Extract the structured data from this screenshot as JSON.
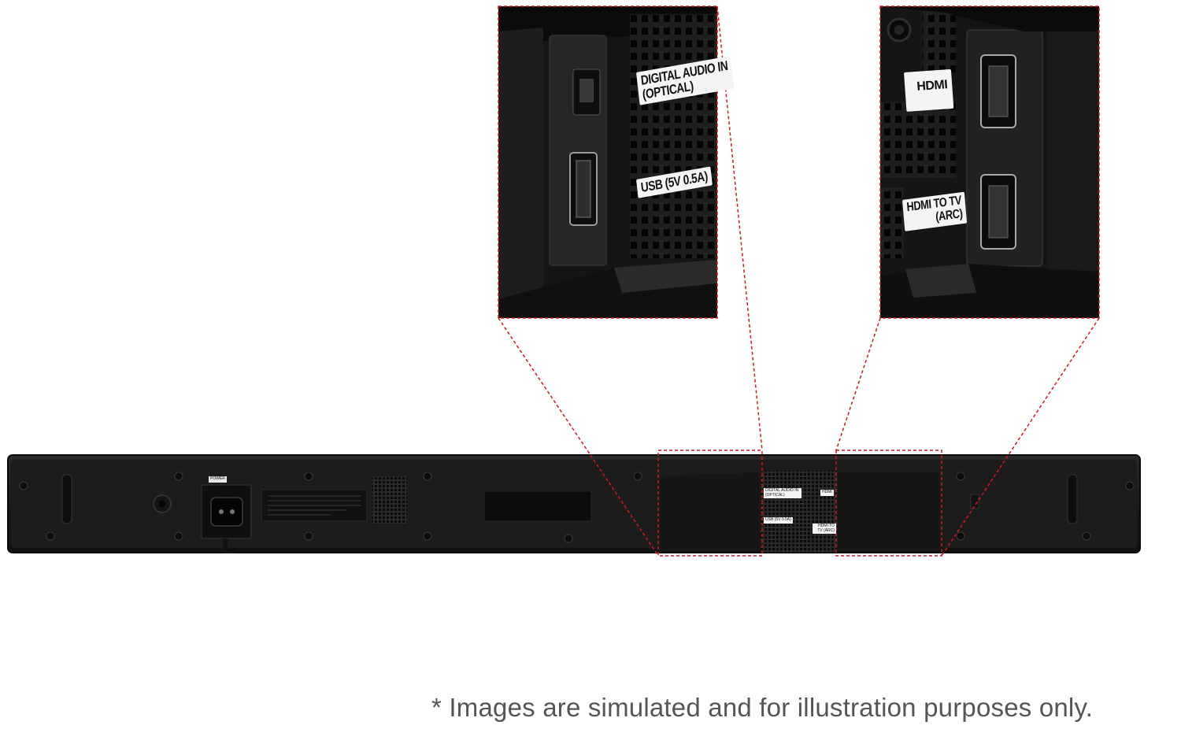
{
  "callout_left": {
    "optical_label_line1": "DIGITAL AUDIO IN",
    "optical_label_line2": "(OPTICAL)",
    "usb_label": "USB (5V 0.5A)"
  },
  "callout_right": {
    "hdmi_label": "HDMI",
    "hdmi_arc_label_line1": "HDMI TO TV",
    "hdmi_arc_label_line2": "(ARC)"
  },
  "soundbar": {
    "power_label": "POWER",
    "mini_optical_label": "DIGITAL AUDIO IN (OPTICAL)",
    "mini_usb_label": "USB (5V 0.5A)",
    "mini_hdmi_label": "HDMI",
    "mini_hdmi_arc_label": "HDMI TO TV (ARC)"
  },
  "colors": {
    "callout_line": "#d4181c",
    "device_body": "#1b1b1b"
  },
  "disclaimer": "* Images are simulated and for illustration purposes only."
}
